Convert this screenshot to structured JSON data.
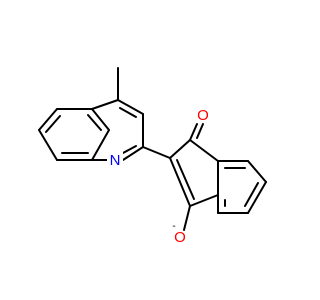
{
  "structure": {
    "atoms": [
      {
        "label": "N",
        "color": "#0000ff"
      },
      {
        "label": "O",
        "color": "#ff0000"
      },
      {
        "label": "O",
        "color": "#ff0000",
        "charge": "-"
      }
    ]
  }
}
